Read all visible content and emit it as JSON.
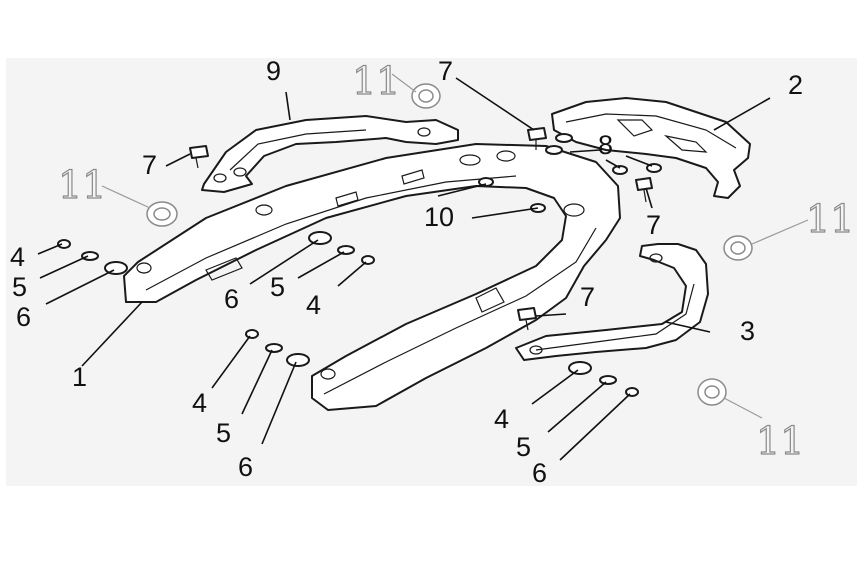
{
  "diagram": {
    "callouts": [
      {
        "id": "c1",
        "text": "1"
      },
      {
        "id": "c2",
        "text": "2"
      },
      {
        "id": "c3",
        "text": "3"
      },
      {
        "id": "c4a",
        "text": "4"
      },
      {
        "id": "c4b",
        "text": "4"
      },
      {
        "id": "c4c",
        "text": "4"
      },
      {
        "id": "c4d",
        "text": "4"
      },
      {
        "id": "c5a",
        "text": "5"
      },
      {
        "id": "c5b",
        "text": "5"
      },
      {
        "id": "c5c",
        "text": "5"
      },
      {
        "id": "c5d",
        "text": "5"
      },
      {
        "id": "c6a",
        "text": "6"
      },
      {
        "id": "c6b",
        "text": "6"
      },
      {
        "id": "c6c",
        "text": "6"
      },
      {
        "id": "c6d",
        "text": "6"
      },
      {
        "id": "c7a",
        "text": "7"
      },
      {
        "id": "c7b",
        "text": "7"
      },
      {
        "id": "c7c",
        "text": "7"
      },
      {
        "id": "c7d",
        "text": "7"
      },
      {
        "id": "c8",
        "text": "8"
      },
      {
        "id": "c9",
        "text": "9"
      },
      {
        "id": "c10",
        "text": "10"
      },
      {
        "id": "c11a",
        "text": "11"
      },
      {
        "id": "c11b",
        "text": "11"
      },
      {
        "id": "c11c",
        "text": "11"
      },
      {
        "id": "c11d",
        "text": "11"
      }
    ],
    "colors": {
      "background": "#f4f4f4",
      "line": "#1a1a1a",
      "secondary": "#8a8a8a"
    }
  }
}
